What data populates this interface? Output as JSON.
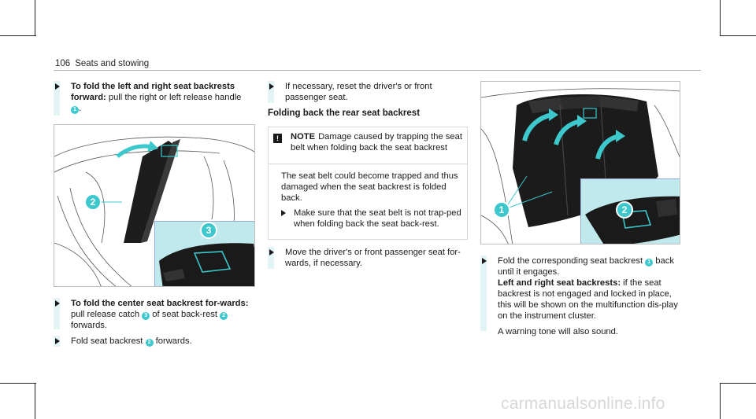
{
  "header": {
    "page_number": "106",
    "section": "Seats and stowing"
  },
  "col1": {
    "step1": {
      "title": "To fold the left and right seat backrests forward:",
      "text": "pull the right or left release handle",
      "callout": "1"
    },
    "figure": {
      "callouts": [
        "2",
        "3"
      ]
    },
    "step2": {
      "title": "To fold the center seat backrest for-wards:",
      "text_a": "pull release catch",
      "callout_a": "3",
      "text_b": "of seat back-rest",
      "callout_b": "2",
      "text_c": "forwards."
    },
    "step3": {
      "text_a": "Fold seat backrest",
      "callout": "2",
      "text_b": "forwards."
    }
  },
  "col2": {
    "step1": {
      "text": "If necessary, reset the driver's or front passenger seat."
    },
    "section_title": "Folding back the rear seat backrest",
    "note": {
      "icon": "!",
      "title": "NOTE",
      "text": "Damage caused by trapping the seat belt when folding back the seat backrest",
      "body": "The seat belt could become trapped and thus damaged when the seat backrest is folded back.",
      "instruction": "Make sure that the seat belt is not trap-ped when folding back the seat back-rest."
    },
    "step2": {
      "text": "Move the driver's or front passenger seat for-wards, if necessary."
    }
  },
  "col3": {
    "figure": {
      "callouts": [
        "1",
        "2"
      ]
    },
    "step1": {
      "text_a": "Fold the corresponding seat backrest",
      "callout": "1",
      "text_b": "back until it engages.",
      "bold": "Left and right seat backrests:",
      "text_c": "if the seat backrest is not engaged and locked in place, this will be shown on the multifunction dis-play on the instrument cluster.",
      "text_d": "A warning tone will also sound."
    }
  },
  "watermark": "carmanualsonline.info",
  "colors": {
    "accent": "#3cc8cc",
    "inset": "#bfe9ec",
    "step_bar": "#e3f4f6"
  }
}
